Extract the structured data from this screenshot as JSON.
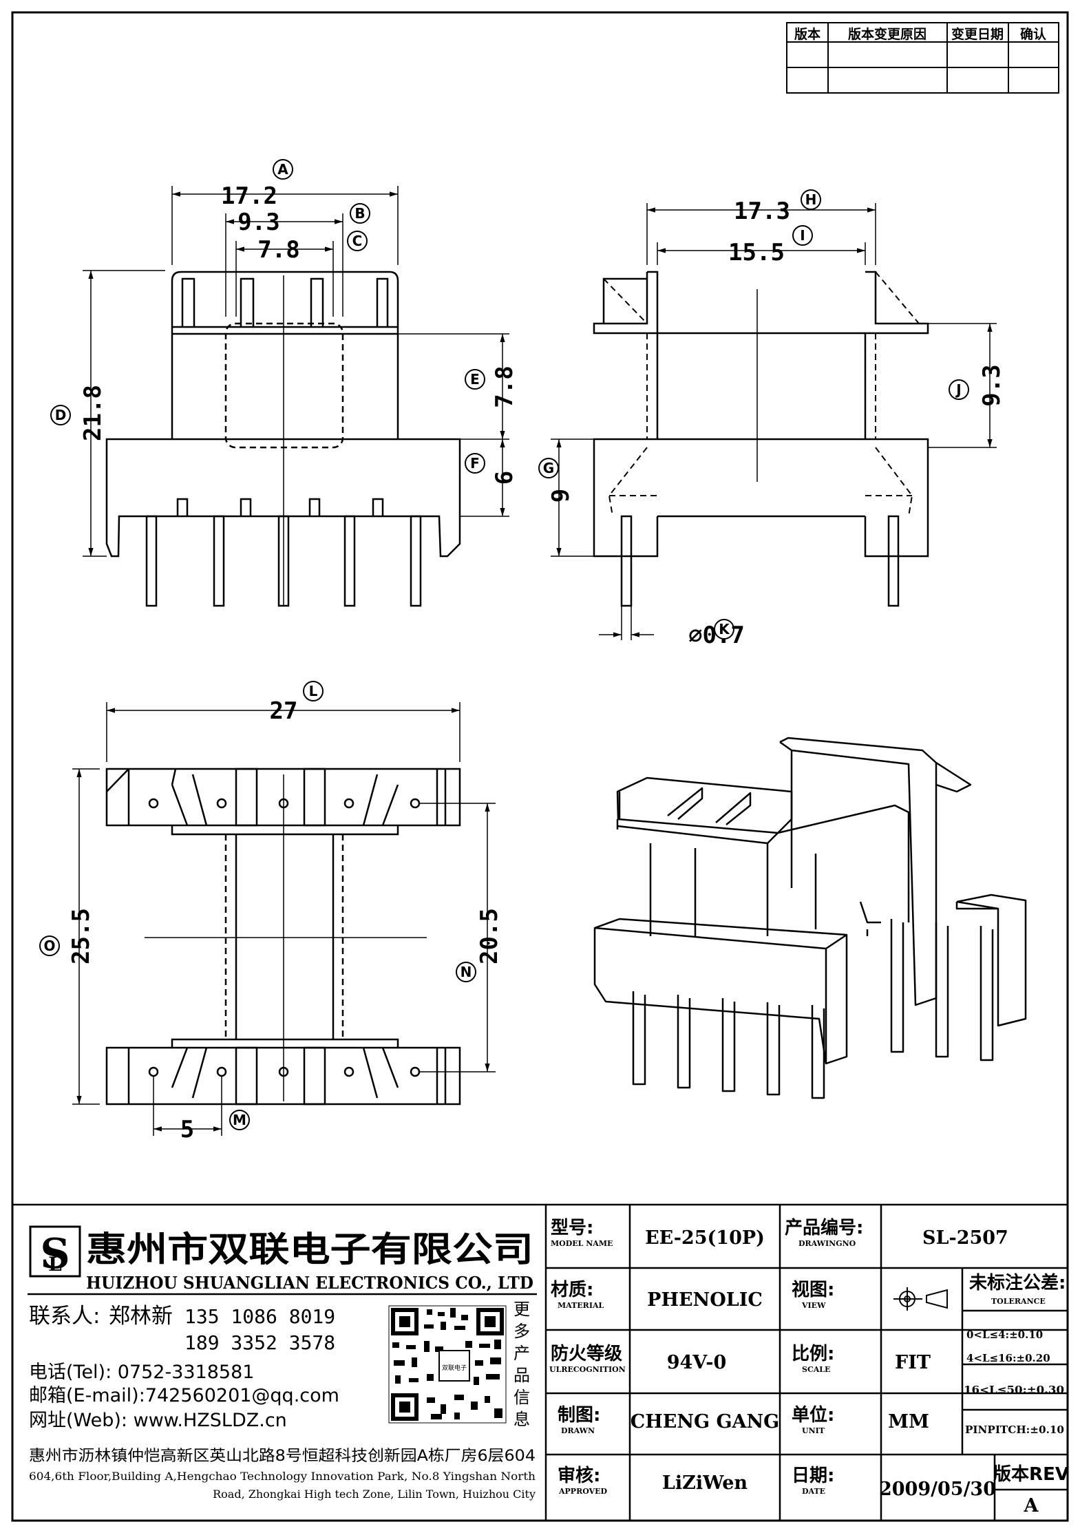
{
  "revision_table": {
    "headers": [
      "版本",
      "版本变更原因",
      "变更日期",
      "确认"
    ]
  },
  "dimensions": {
    "A": {
      "label": "A",
      "value": "17.2"
    },
    "B": {
      "label": "B",
      "value": "9.3"
    },
    "C": {
      "label": "C",
      "value": "7.8"
    },
    "D": {
      "label": "D",
      "value": "21.8"
    },
    "E": {
      "label": "E",
      "value": "7.8"
    },
    "F": {
      "label": "F",
      "value": "6"
    },
    "G": {
      "label": "G",
      "value": "9"
    },
    "H": {
      "label": "H",
      "value": "17.3"
    },
    "I": {
      "label": "I",
      "value": "15.5"
    },
    "J": {
      "label": "J",
      "value": "9.3"
    },
    "K": {
      "label": "K",
      "value": "⌀0.7"
    },
    "L": {
      "label": "L",
      "value": "27"
    },
    "M": {
      "label": "M",
      "value": "5"
    },
    "N": {
      "label": "N",
      "value": "20.5"
    },
    "O": {
      "label": "O",
      "value": "25.5"
    }
  },
  "company": {
    "name_cn": "惠州市双联电子有限公司",
    "name_en": "HUIZHOU SHUANGLIAN ELECTRONICS CO., LTD",
    "contact_label": "联系人:",
    "contact_name": "郑林新",
    "phone1": "135 1086 8019",
    "phone2": "189 3352 3578",
    "tel": "电话(Tel): 0752-3318581",
    "email": "邮箱(E-mail):742560201@qq.com",
    "web": "网址(Web): www.HZSLDZ.cn",
    "qr_caption": [
      "更",
      "多",
      "产",
      "品",
      "信",
      "息"
    ],
    "addr_cn": "惠州市沥林镇仲恺高新区英山北路8号恒超科技创新园A栋厂房6层604",
    "addr_en1": "604,6th Floor,Building A,Hengchao Technology Innovation Park, No.8 Yingshan North",
    "addr_en2": "Road, Zhongkai High tech Zone, Lilin Town, Huizhou City"
  },
  "title_block": {
    "model_label": "型号:",
    "model_sub": "MODEL NAME",
    "model": "EE-25(10P)",
    "drawing_label": "产品编号:",
    "drawing_sub": "DRAWINGNO",
    "drawing": "SL-2507",
    "material_label": "材质:",
    "material_sub": "MATERIAL",
    "material": "PHENOLIC",
    "view_label": "视图:",
    "view_sub": "VIEW",
    "tolerance_label": "未标注公差:",
    "tolerance_sub": "TOLERANCE",
    "tol1": "0<L≤4:±0.10",
    "tol2": "4<L≤16:±0.20",
    "tol3": "16<L≤50:±0.30",
    "tol4": "PINPITCH:±0.10",
    "ul_label": "防火等级",
    "ul_sub": "ULRECOGNITION",
    "ul": "94V-0",
    "scale_label": "比例:",
    "scale_sub": "SCALE",
    "scale": "FIT",
    "drawn_label": "制图:",
    "drawn_sub": "DRAWN",
    "drawn": "CHENG GANG",
    "unit_label": "单位:",
    "unit_sub": "UNIT",
    "unit": "MM",
    "approved_label": "审核:",
    "approved_sub": "APPROVED",
    "approved": "LiZiWen",
    "date_label": "日期:",
    "date_sub": "DATE",
    "date": "2009/05/30",
    "rev_label": "版本REV",
    "rev": "A"
  }
}
